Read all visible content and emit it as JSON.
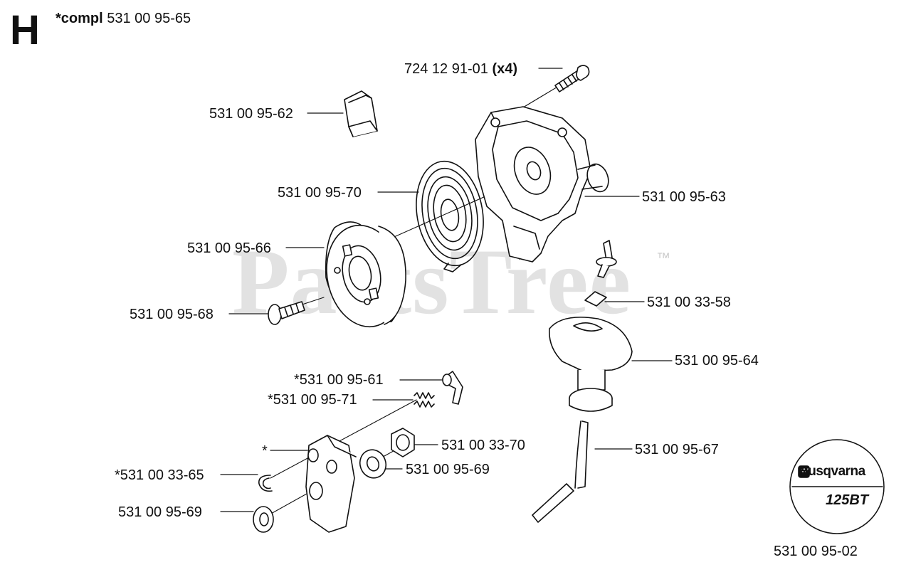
{
  "header": {
    "section_letter": "H",
    "kit_prefix": "*compl",
    "kit_number": "531 00 95-65"
  },
  "watermark": {
    "text": "PartsTree",
    "tm": "™"
  },
  "callouts": {
    "bolt_number": "724 12 91-01",
    "bolt_qty": "(x4)",
    "p_531_00_95_62": "531 00 95-62",
    "p_531_00_95_70": "531 00 95-70",
    "p_531_00_95_63": "531 00 95-63",
    "p_531_00_95_66": "531 00 95-66",
    "p_531_00_33_58": "531 00 33-58",
    "p_531_00_95_68": "531 00 95-68",
    "p_531_00_95_64": "531 00 95-64",
    "p_531_00_95_61": "*531 00 95-61",
    "p_531_00_95_71": "*531 00 95-71",
    "p_531_00_33_70": "531 00 33-70",
    "p_star": "*",
    "p_531_00_33_65": "*531 00 33-65",
    "p_531_00_95_69_a": "531 00 95-69",
    "p_531_00_95_69_b": "531 00 95-69",
    "p_531_00_95_67": "531 00 95-67"
  },
  "brand": {
    "name": "Husqvarna",
    "model": "125BT"
  },
  "sheet_number": "531 00 95-02"
}
